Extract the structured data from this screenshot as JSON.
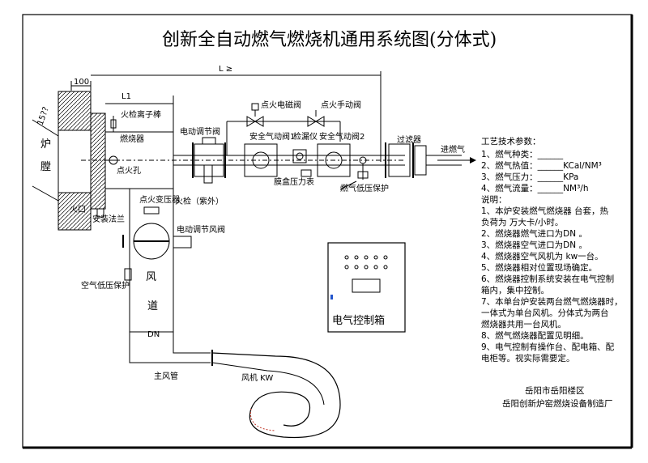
{
  "title": "创新全自动燃气燃烧机通用系统图(分体式)",
  "dims": {
    "d100": "100",
    "l1": "L1",
    "l": "L ≥",
    "angle": "15??"
  },
  "labels": {
    "furnace_a": "炉",
    "furnace_b": "膛",
    "ion_rod": "火检离子棒",
    "burner": "燃烧器",
    "ignition_hole": "点火孔",
    "fire_port": "火口",
    "flange": "安装法兰",
    "ign_transformer": "点火变压器",
    "flame_detector": "火检（紫外）",
    "air_damper": "电动调节风阀",
    "air_low_protect": "空气低压保护",
    "duct_a": "风",
    "duct_b": "道",
    "dn": "DN",
    "main_duct": "主风管",
    "fan": "风机  KW",
    "reg_valve": "电动调节阀",
    "ign_solenoid": "点火电磁阀",
    "ign_manual": "点火手动阀",
    "safety1": "安全气动阀1",
    "leak_check": "检漏仪",
    "safety2": "安全气动阀2",
    "filter": "过滤器",
    "gas_in": "进燃气",
    "bellows_gauge": "膜盒压力表",
    "gas_low_protect": "燃气低压保护",
    "control_box": "电气控制箱"
  },
  "specs": {
    "heading": "工艺技术参数：",
    "lines": [
      "1、燃气种类：______",
      "2、燃气热值：______KCal/NM³",
      "3、燃气压力：______KPa",
      "4、燃气流量：______NM³/h"
    ],
    "notes_heading": "说明：",
    "notes": [
      "1、本炉安装燃气燃烧器    台套，热",
      "负荷为      万大卡/小时。",
      "2、燃烧器燃气进口为DN     。",
      "3、燃烧器空气进口为DN     。",
      "4、燃烧器空气风机为       kw一台。",
      "5、燃烧器相对位置现场确定。",
      "6、燃烧器控制系统安装在电气控制",
      "箱内，集中控制。",
      "7、本单台炉安装两台燃气燃烧器时，",
      "一体式为单台风机。分体式为两台",
      "燃烧器共用一台风机。",
      "8、燃气燃烧器配置见明细。",
      "9、电气控制有操作台、配电箱、配",
      "电柜等。视实际需要定。"
    ]
  },
  "company": {
    "line1": "岳阳市岳阳楼区",
    "line2": "岳阳创新炉窑燃烧设备制造厂"
  }
}
